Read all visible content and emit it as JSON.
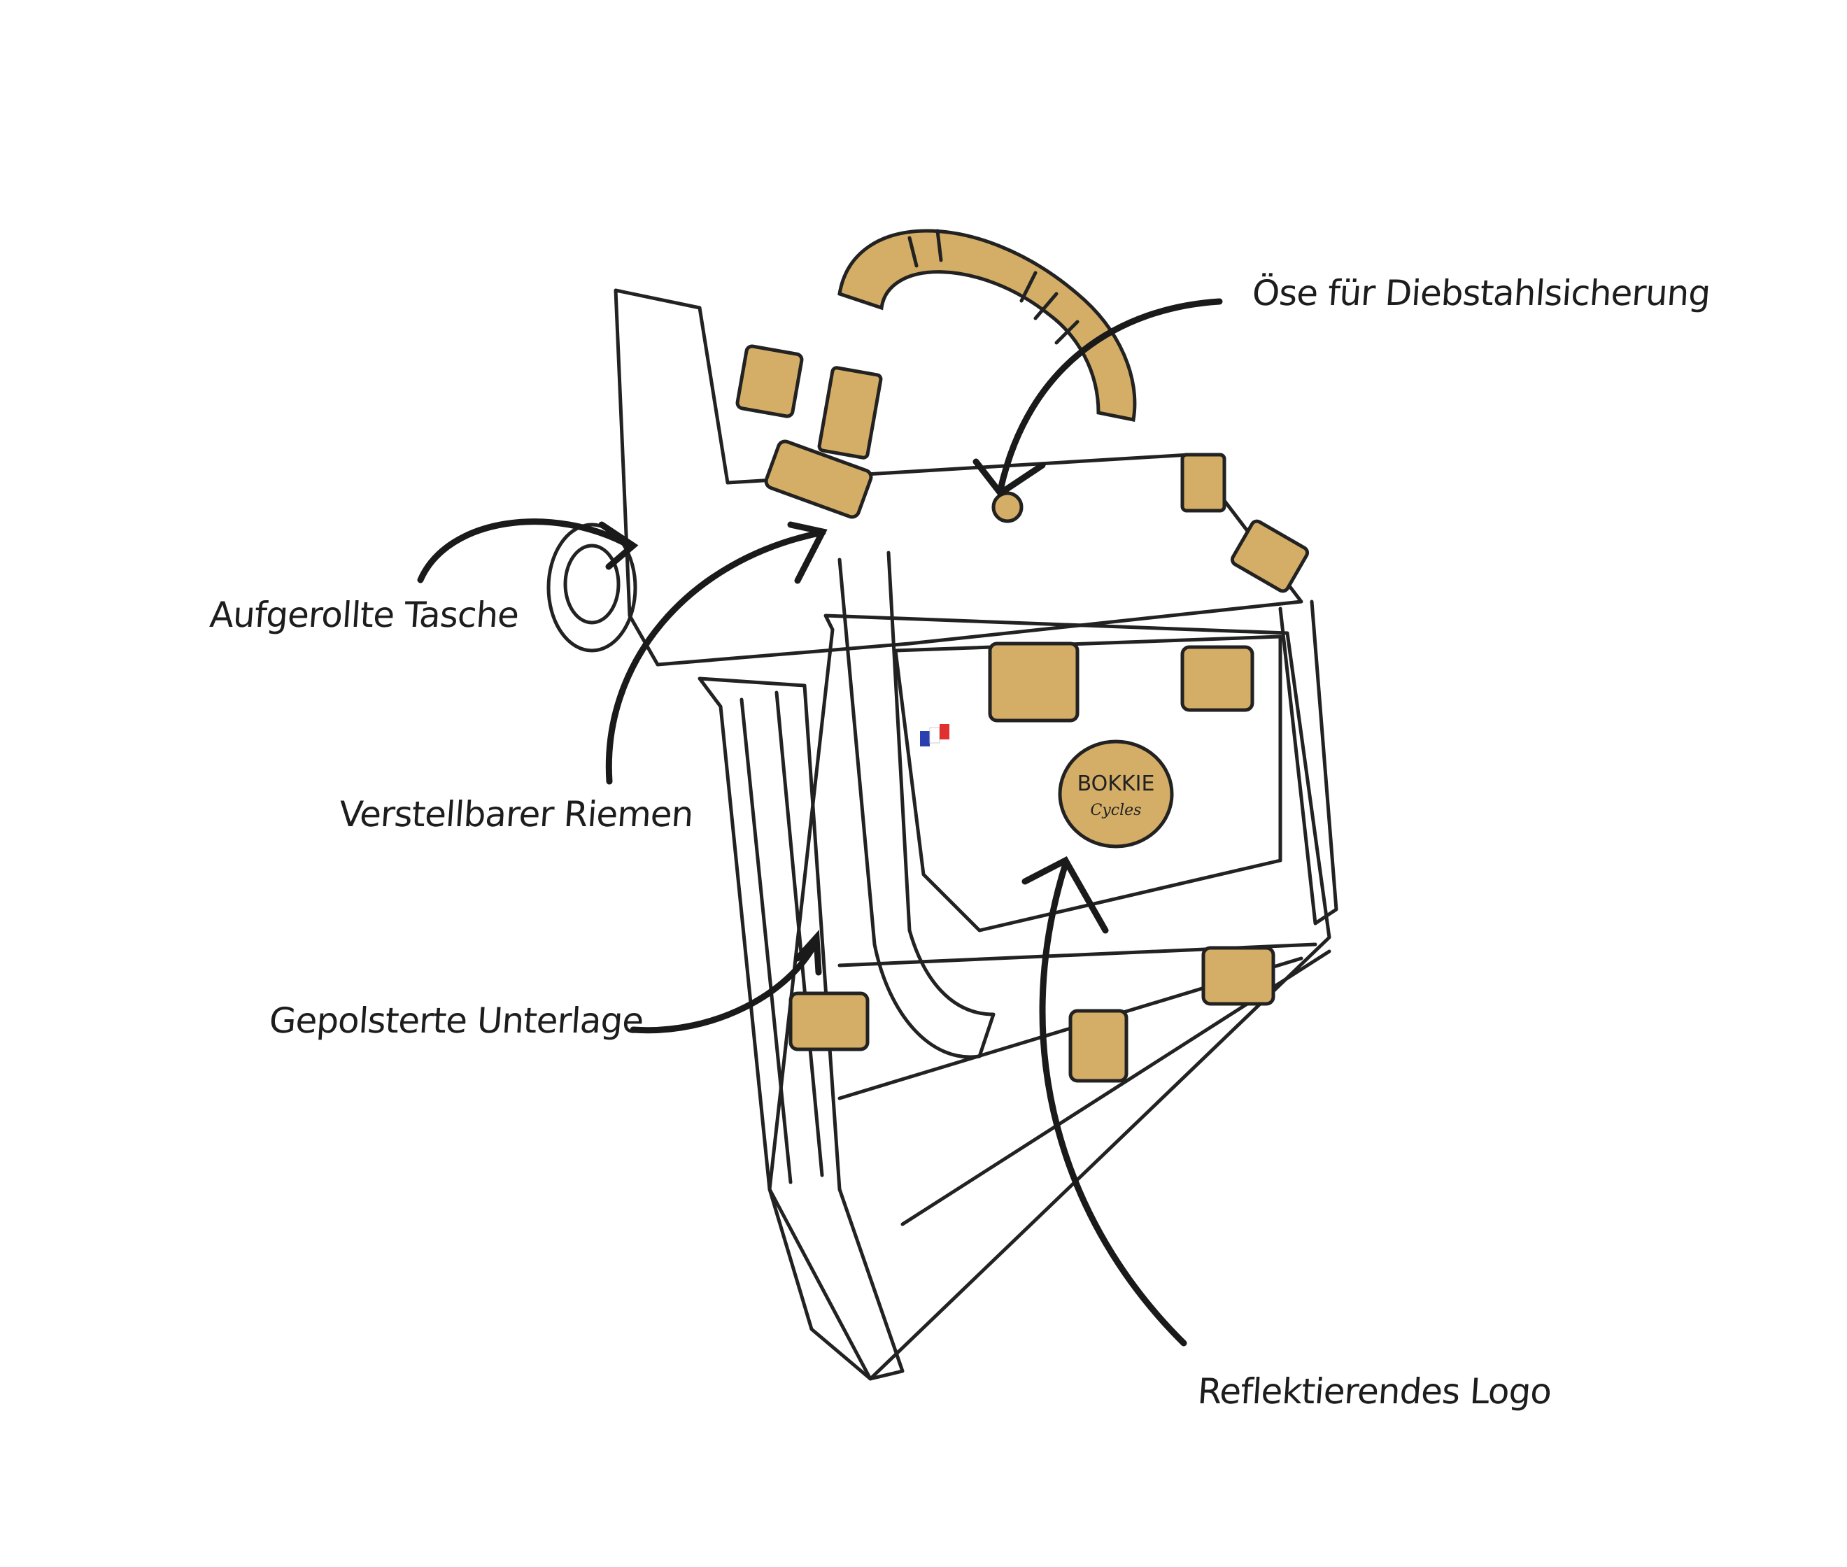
{
  "labels": {
    "eyelet": "Öse für Diebstahlsicherung",
    "rolled_bag": "Aufgerollte Tasche",
    "strap": "Verstellbarer Riemen",
    "padding": "Gepolsterte Unterlage",
    "logo": "Reflektierendes Logo"
  },
  "logo_text": {
    "line1": "BOKKIE",
    "line2": "Cycles"
  },
  "colors": {
    "accent": "#D4AE66",
    "ink": "#222222"
  }
}
